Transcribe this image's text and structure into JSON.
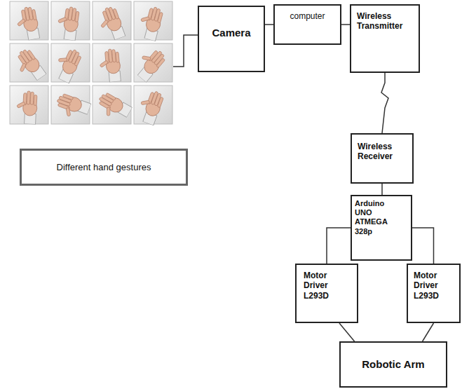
{
  "diagram": {
    "nodes": [
      {
        "text": [
          "Camera"
        ]
      },
      {
        "text": [
          "computer"
        ]
      },
      {
        "text": [
          "Wireless Transmitter"
        ]
      },
      {
        "text": [
          "Different hand gestures"
        ]
      },
      {
        "text": [
          "Wireless Receiver"
        ]
      },
      {
        "text": [
          "Arduino UNO ATMEGA 328p"
        ]
      },
      {
        "text": [
          "Motor Driver L293D"
        ]
      },
      {
        "text": [
          "Motor Driver L293D"
        ]
      },
      {
        "text": [
          "Robotic Arm"
        ]
      }
    ],
    "edges": [
      {
        "from": 0,
        "to": 1,
        "arrow": "none"
      },
      {
        "from": 1,
        "to": 2,
        "arrow": "none"
      },
      {
        "from": 2,
        "to": 4,
        "arrow": "none"
      },
      {
        "from": 4,
        "to": 5,
        "arrow": "none"
      },
      {
        "from": 5,
        "to": 6,
        "arrow": "none"
      },
      {
        "from": 5,
        "to": 7,
        "arrow": "none"
      },
      {
        "from": 6,
        "to": 8,
        "arrow": "none"
      },
      {
        "from": 7,
        "to": 8,
        "arrow": "none"
      }
    ]
  }
}
